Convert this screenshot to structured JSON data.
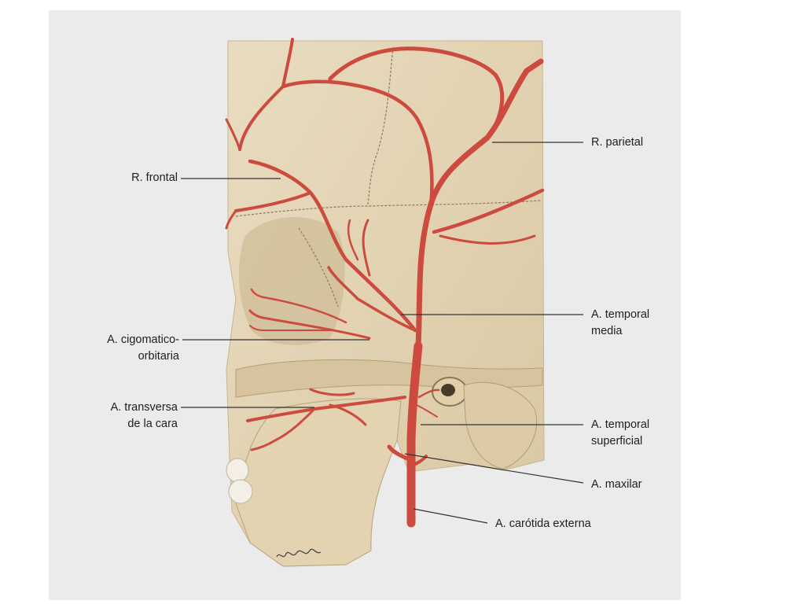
{
  "colors": {
    "background": "#ecebeb",
    "bone": "#e4d4b4",
    "bone_shadow": "#b8a27c",
    "artery": "#cc4a3e",
    "artery_dark": "#a9302a",
    "leader_line": "#333333"
  },
  "labels": {
    "r_parietal": "R. parietal",
    "r_frontal": "R. frontal",
    "a_temporal_media": [
      "A. temporal",
      "media"
    ],
    "a_cigomatico_orbitaria": [
      "A. cigomatico-",
      "orbitaria"
    ],
    "a_transversa_cara": [
      "A. transversa",
      "de la cara"
    ],
    "a_temporal_superficial": [
      "A. temporal",
      "superficial"
    ],
    "a_maxilar": "A. maxilar",
    "a_carotida_externa": "A. carótida externa"
  }
}
